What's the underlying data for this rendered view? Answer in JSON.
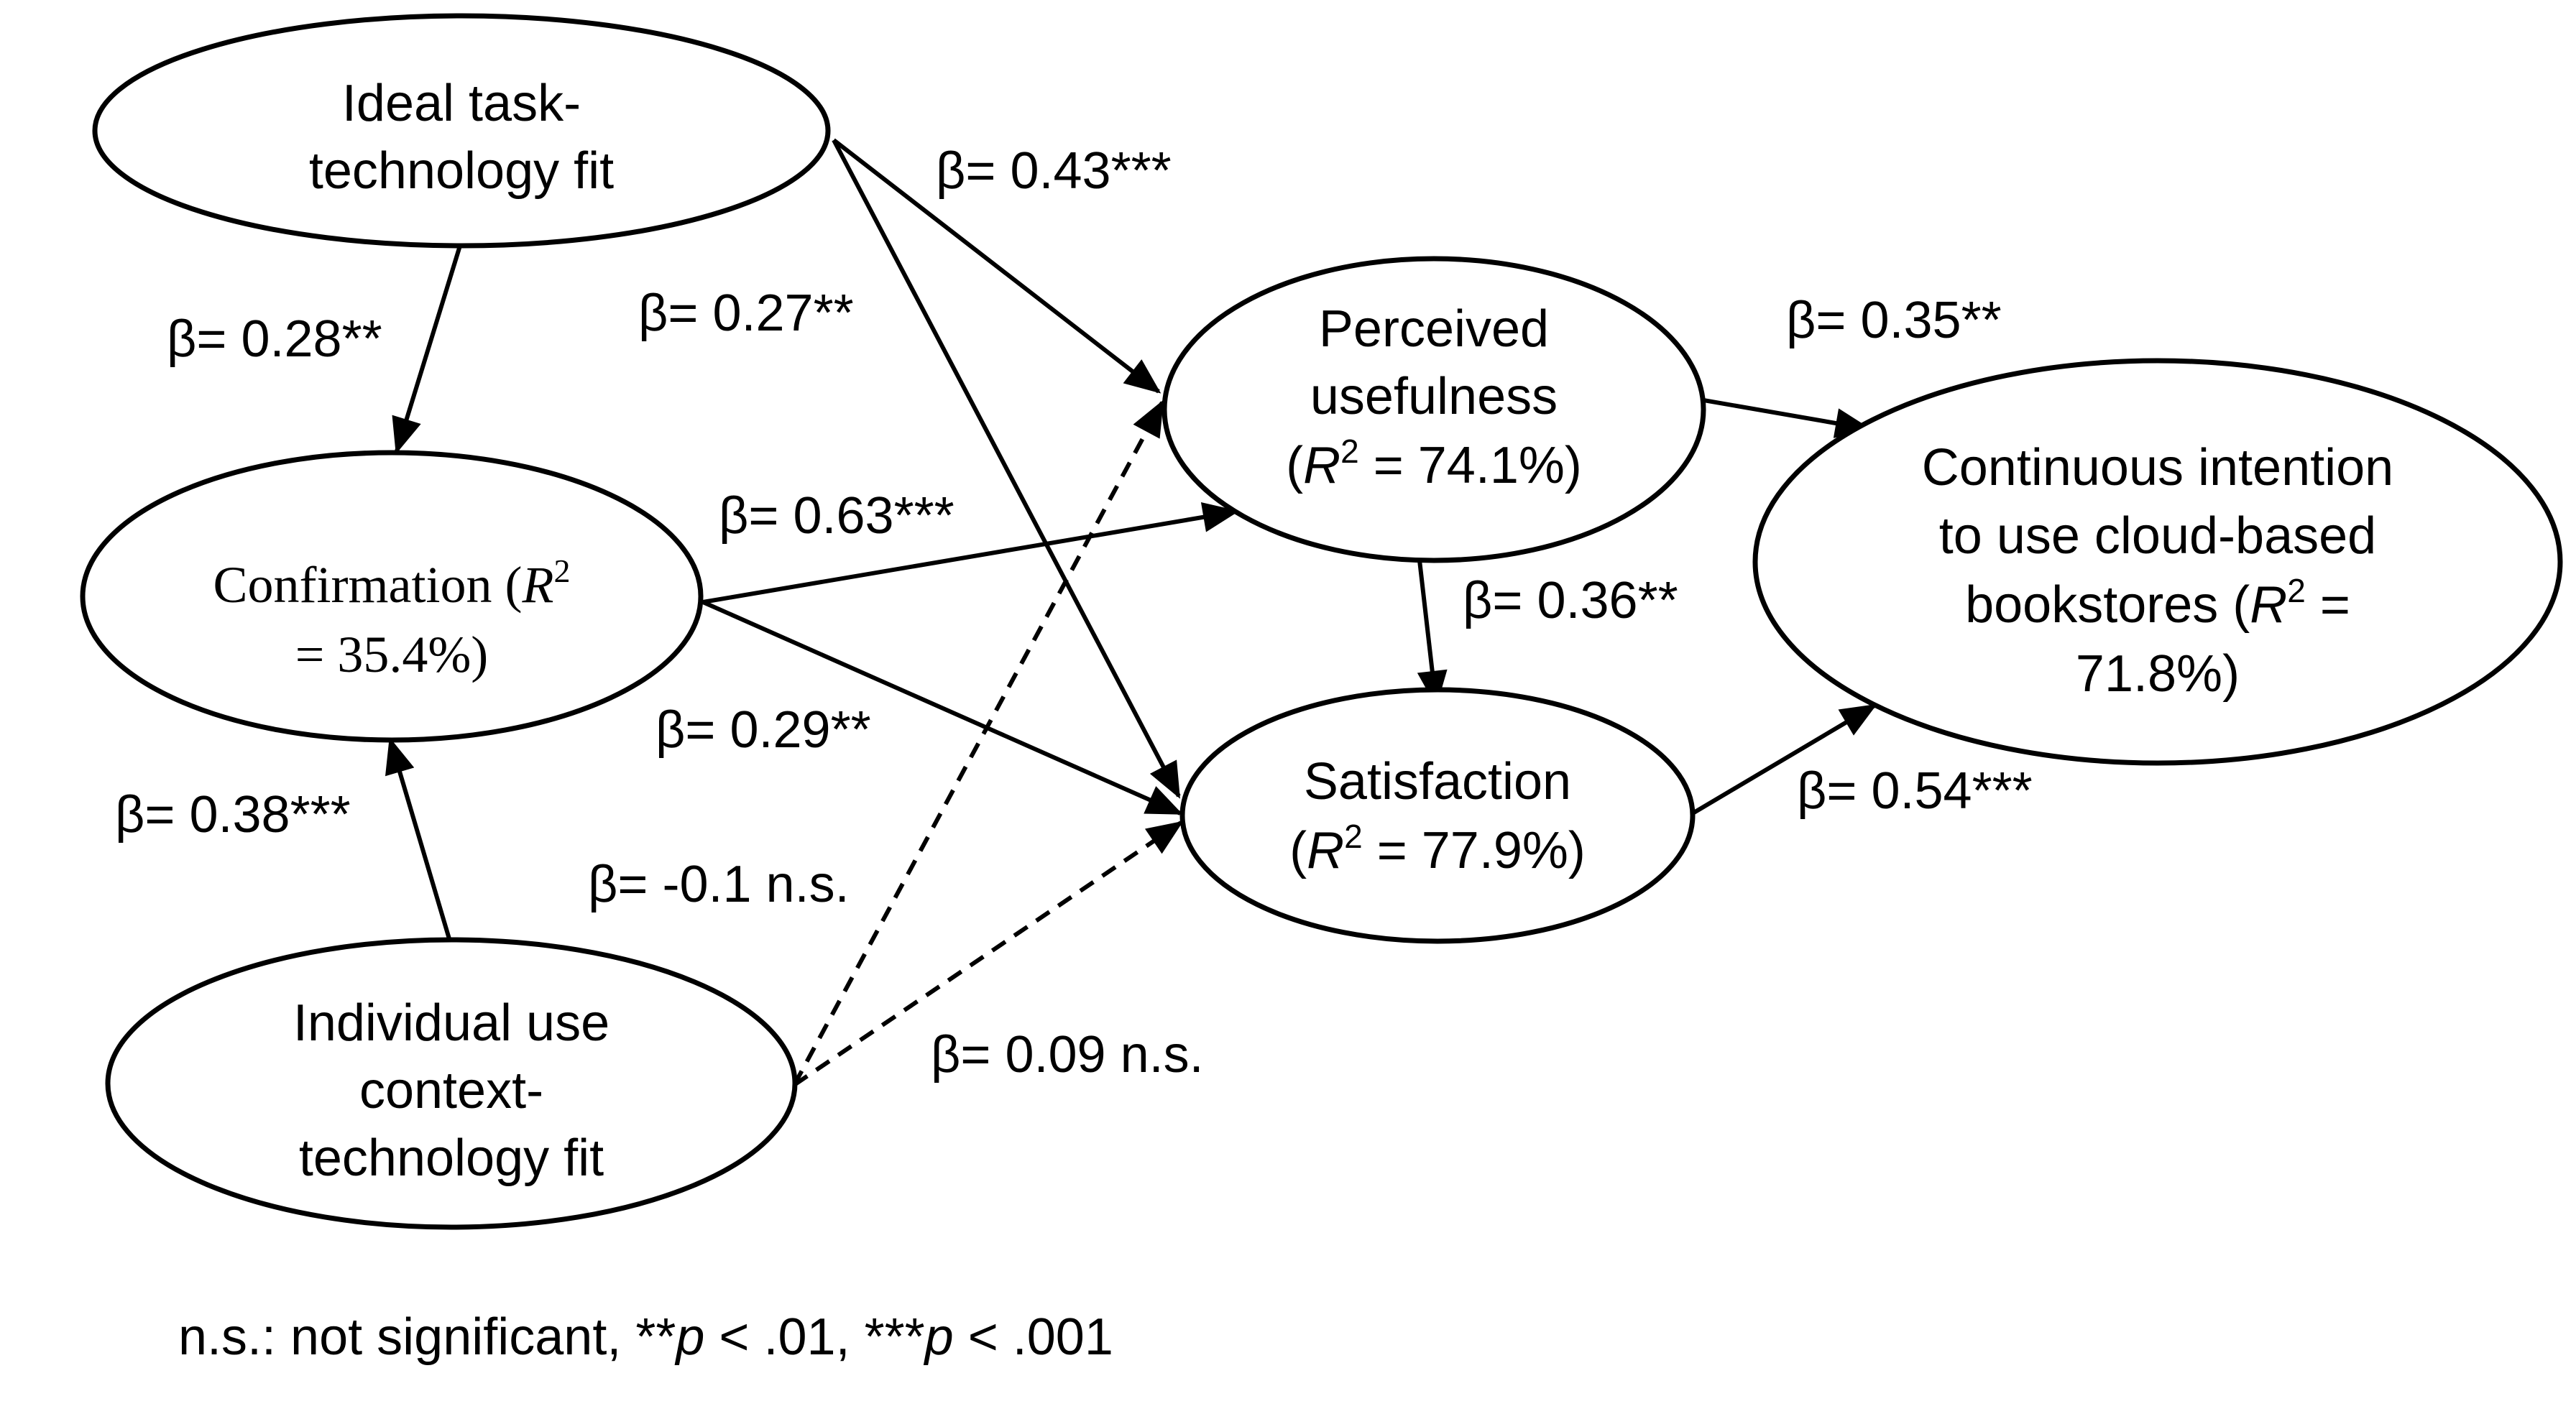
{
  "nodes": {
    "ideal_ttf": {
      "lines": [
        "Ideal task-",
        "technology fit"
      ]
    },
    "confirmation": {
      "line1_a": "Confirmation (",
      "line1_r": "R",
      "line1_sup": "2",
      "line2": "= 35.4%)"
    },
    "individual_ctf": {
      "lines": [
        "Individual use",
        "context-",
        "technology fit"
      ]
    },
    "perceived_usefulness": {
      "line1": "Perceived",
      "line2": "usefulness",
      "r2_open": "(",
      "r2_r": "R",
      "r2_sup": "2",
      "r2_value": " = 74.1%)"
    },
    "satisfaction": {
      "line1": "Satisfaction",
      "r2_open": "(",
      "r2_r": "R",
      "r2_sup": "2",
      "r2_value": " = 77.9%)"
    },
    "continuous_intention": {
      "line1": "Continuous intention",
      "line2": "to use cloud-based",
      "line3_a": "bookstores (",
      "line3_r": "R",
      "line3_sup": "2",
      "line3_b": " =",
      "line4": "71.8%)"
    }
  },
  "paths": {
    "ideal_to_pu": {
      "label": "β= 0.43***",
      "significant": true
    },
    "ideal_to_conf": {
      "label": "β= 0.28**",
      "significant": true
    },
    "ideal_to_sat": {
      "label": "β= 0.27**",
      "significant": true
    },
    "conf_to_pu": {
      "label": "β= 0.63***",
      "significant": true
    },
    "conf_to_sat": {
      "label": "β= 0.29**",
      "significant": true
    },
    "indiv_to_conf": {
      "label": "β= 0.38***",
      "significant": true
    },
    "indiv_to_pu": {
      "label": "β= -0.1 n.s.",
      "significant": false
    },
    "indiv_to_sat": {
      "label": "β= 0.09 n.s.",
      "significant": false
    },
    "pu_to_ci": {
      "label": "β= 0.35**",
      "significant": true
    },
    "pu_to_sat": {
      "label": "β= 0.36**",
      "significant": true
    },
    "sat_to_ci": {
      "label": "β= 0.54***",
      "significant": true
    }
  },
  "footnote": {
    "part1": "n.s.: not significant, **",
    "p1": "p",
    "part2": " < .01, ***",
    "p2": "p",
    "part3": " < .001"
  },
  "colors": {
    "stroke": "#000000",
    "background": "#ffffff"
  }
}
